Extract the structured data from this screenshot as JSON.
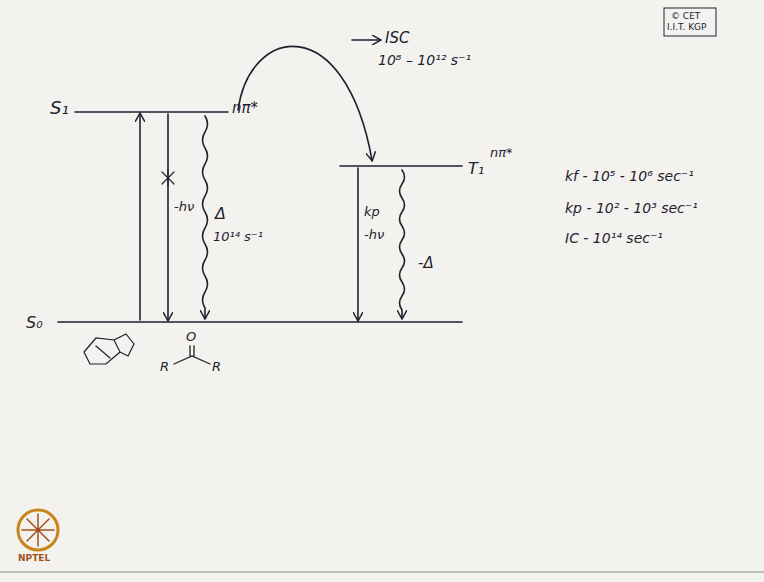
{
  "diagram": {
    "labels": [
      "© CET",
      "I.I.T. KGP",
      "S₁",
      "nπ*",
      "ISC",
      "10⁸ – 10¹² s⁻¹",
      "-hν",
      "Δ",
      "10¹⁴ s⁻¹",
      "T₁",
      "nπ*",
      "kp",
      "-hν",
      "-Δ",
      "S₀",
      "O",
      "R",
      "R",
      "kf - 10⁵ - 10⁶ sec⁻¹",
      "kp - 10² - 10³ sec⁻¹",
      "IC - 10¹⁴ sec⁻¹",
      "NPTEL"
    ]
  }
}
